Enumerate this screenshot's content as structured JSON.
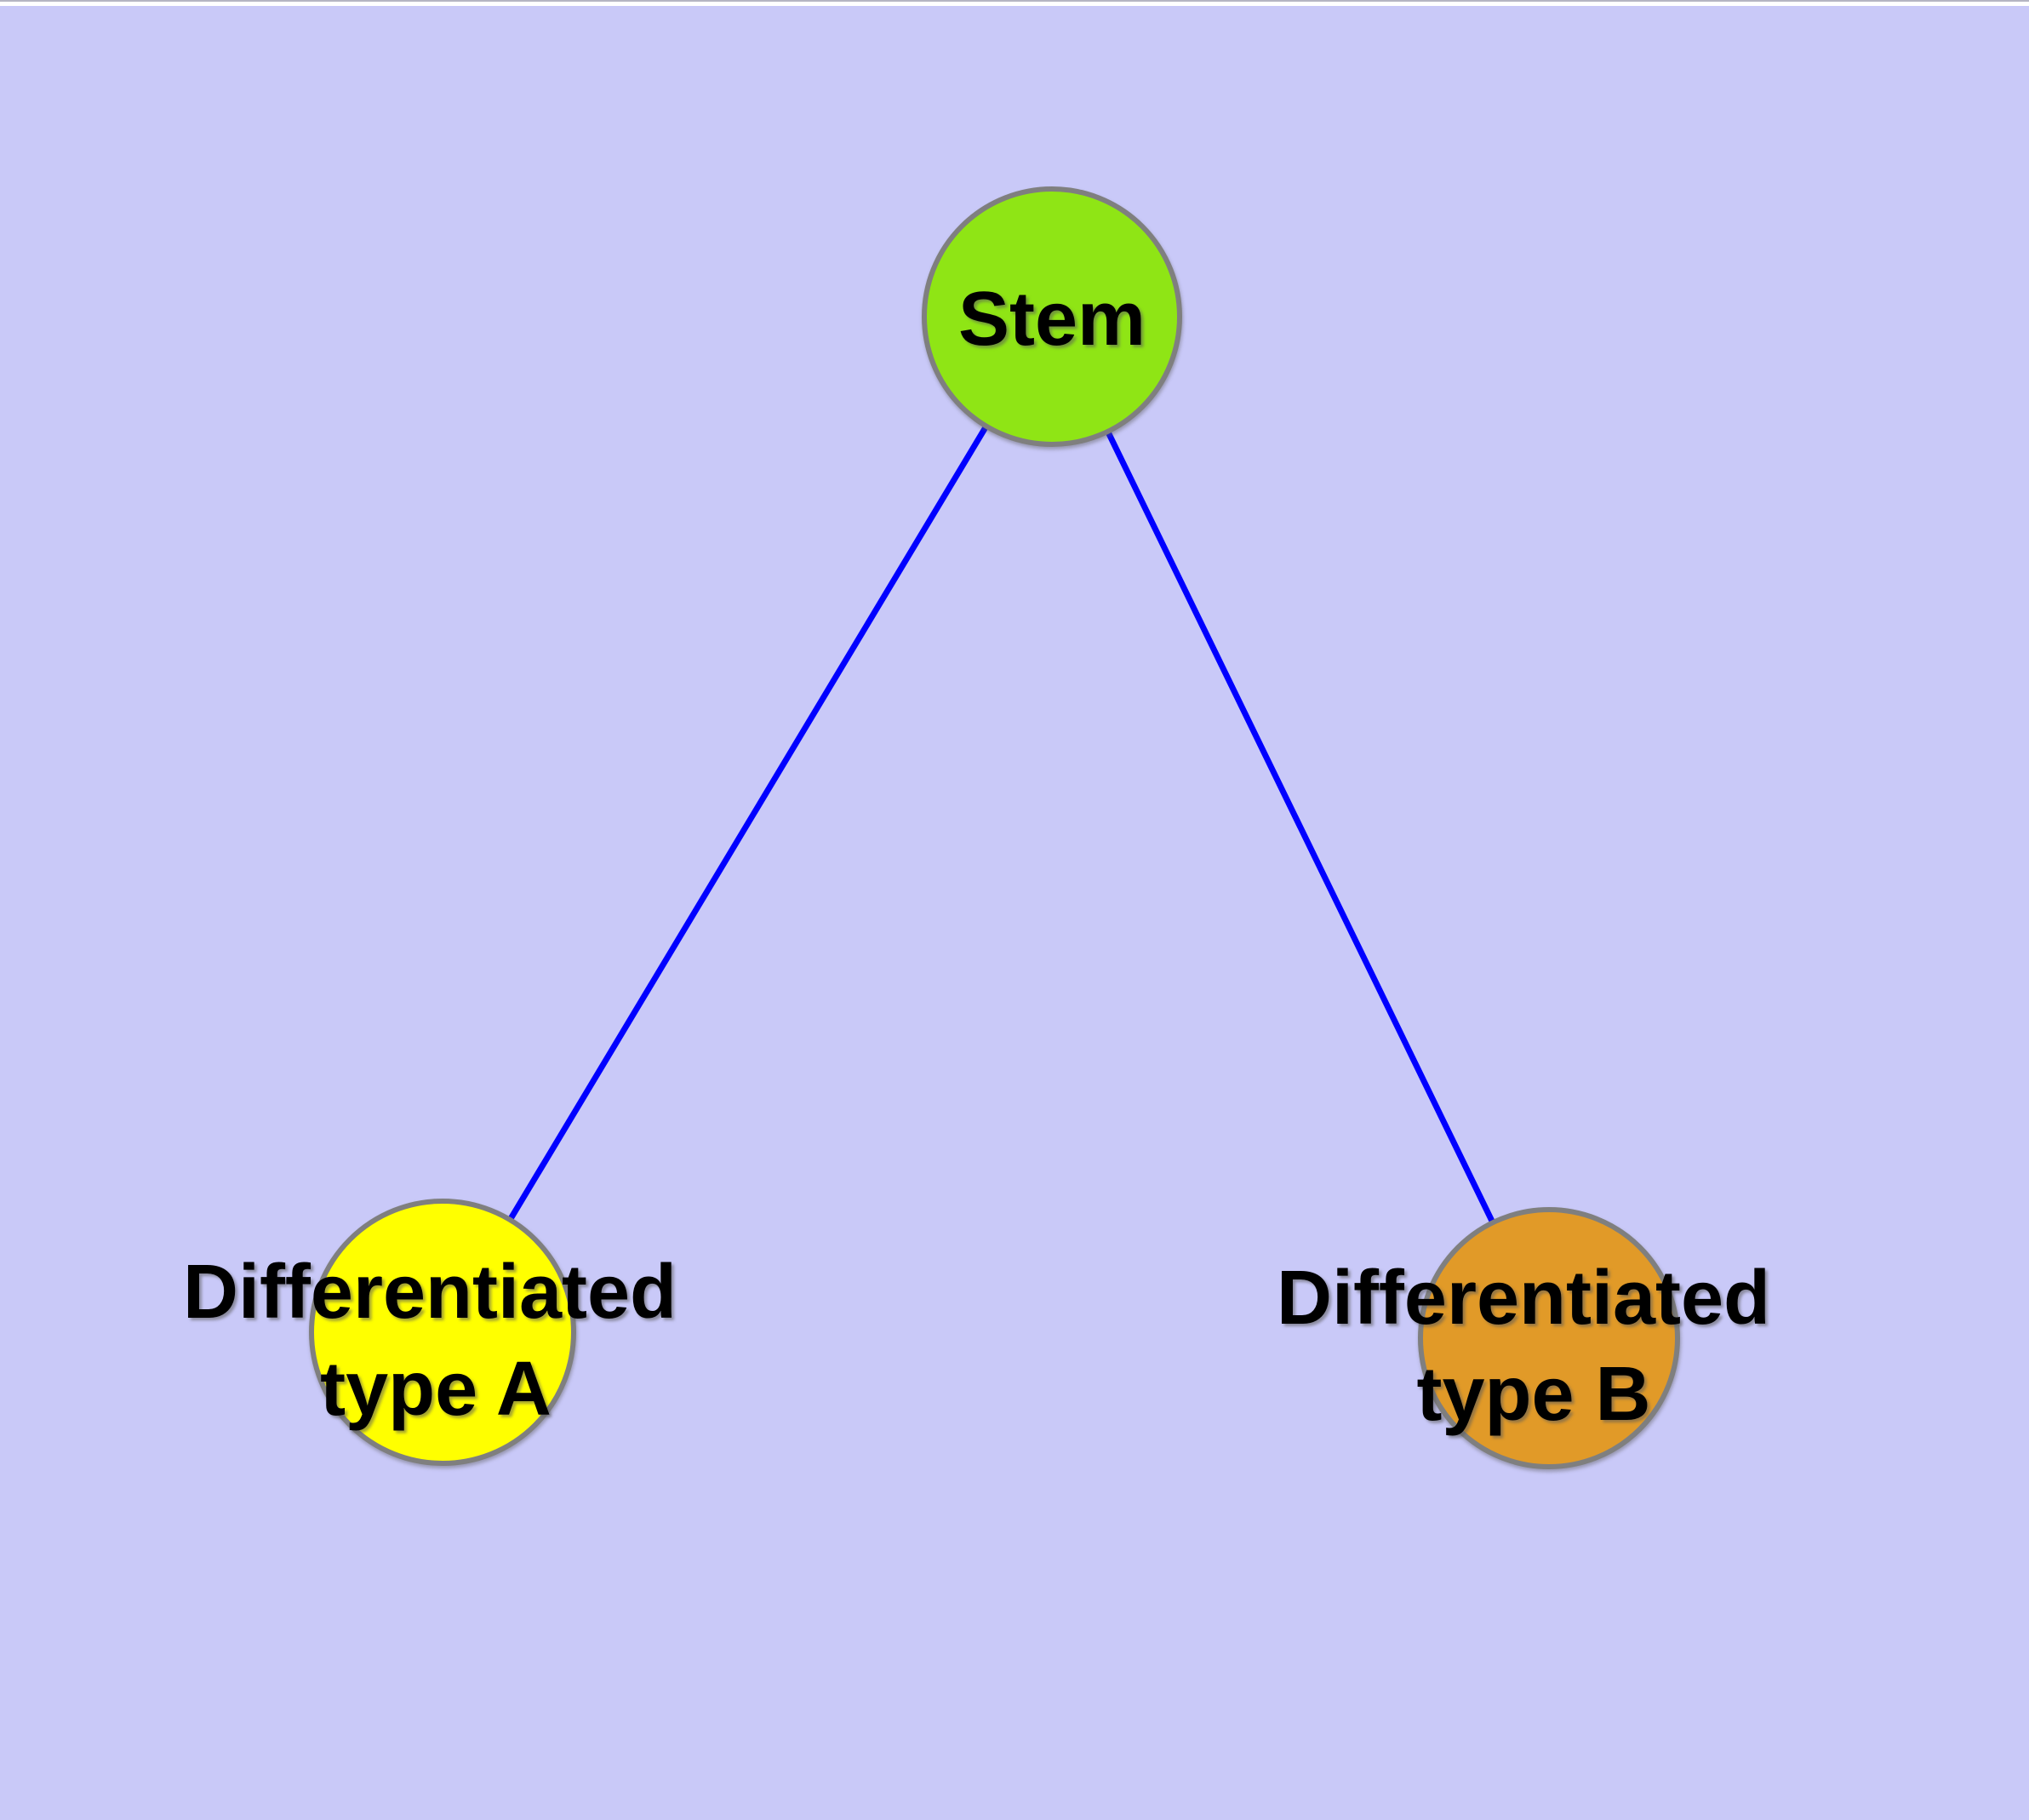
{
  "figure": {
    "type": "graph-diagram",
    "background_color": "#C9C9F8",
    "top_hairline_color": "#B5B5C2",
    "top_strip_color": "#FFFFFF",
    "label_color": "#000000",
    "node_border_color": "#7F7F7F",
    "edge_color": "#0000FF"
  },
  "nodes": [
    {
      "id": "stem",
      "label_lines": [
        "Stem"
      ],
      "fill": "#8FE515"
    },
    {
      "id": "type-a",
      "label_lines": [
        "Differentiated",
        "type A"
      ],
      "fill": "#FFFF00"
    },
    {
      "id": "type-b",
      "label_lines": [
        "Differentiated",
        "type B"
      ],
      "fill": "#E19A28"
    }
  ],
  "edges": [
    {
      "from": "stem",
      "to": "type-a"
    },
    {
      "from": "stem",
      "to": "type-b"
    }
  ]
}
